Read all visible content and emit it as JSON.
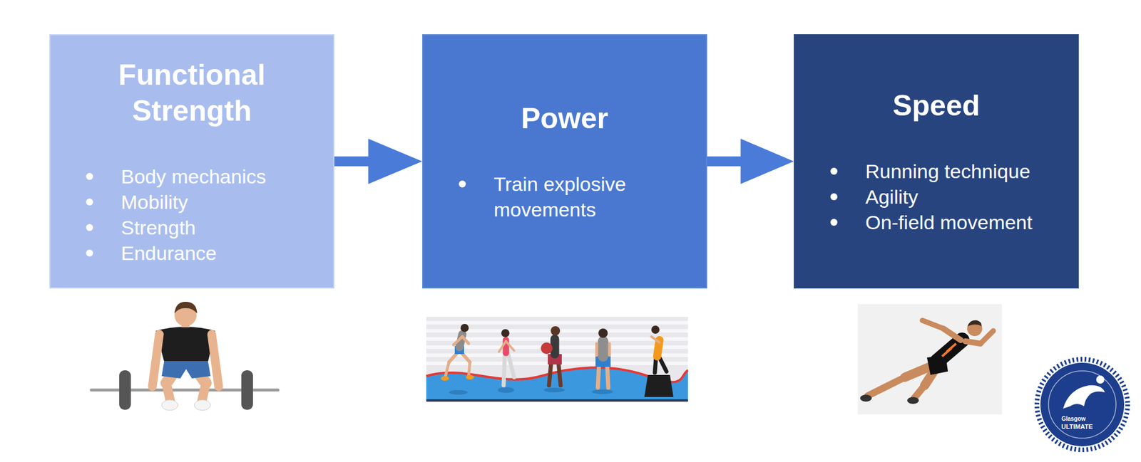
{
  "diagram": {
    "nodes": [
      {
        "text": [
          "Functional Strength",
          "Body mechanics",
          "Mobility",
          "Strength",
          "Endurance"
        ]
      },
      {
        "text": [
          "Power",
          "Train explosive movements"
        ]
      },
      {
        "text": [
          "Speed",
          "Running technique",
          "Agility",
          "On-field movement"
        ]
      }
    ],
    "edges": [
      {
        "from": 0,
        "to": 1,
        "arrow": "to"
      },
      {
        "from": 1,
        "to": 2,
        "arrow": "to"
      }
    ],
    "labels": [
      "Glasgow",
      "ULTIMATE"
    ]
  }
}
